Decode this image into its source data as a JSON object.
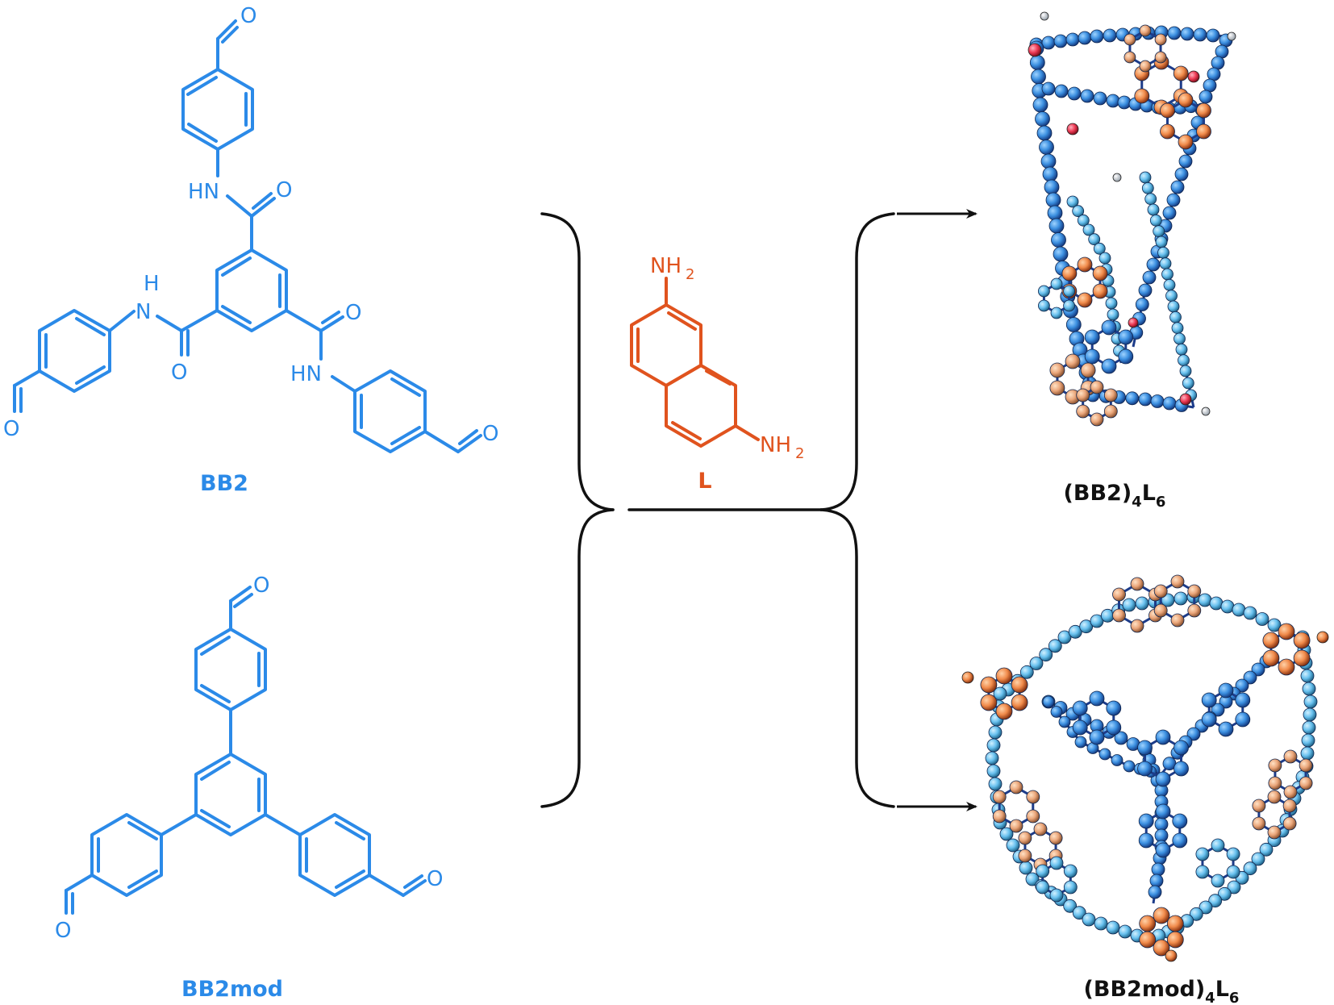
{
  "molecules": {
    "bb2": {
      "label": "BB2",
      "atoms": {
        "o": "O",
        "nh": "NH",
        "hn": "HN",
        "h": "H",
        "n": "N"
      }
    },
    "bb2mod": {
      "label": "BB2mod",
      "atoms": {
        "o": "O"
      }
    },
    "linker": {
      "label": "L",
      "atoms": {
        "nh": "NH",
        "sub2": "2"
      }
    }
  },
  "cages": {
    "top": {
      "part1": "(BB2)",
      "sub1": "4",
      "part2": "L",
      "sub2": "6"
    },
    "bottom": {
      "part1": "(BB2mod)",
      "sub1": "4",
      "part2": "L",
      "sub2": "6"
    }
  },
  "colors": {
    "building_block": "#2b8ae8",
    "linker": "#e0531e",
    "arrows": "#111111"
  }
}
